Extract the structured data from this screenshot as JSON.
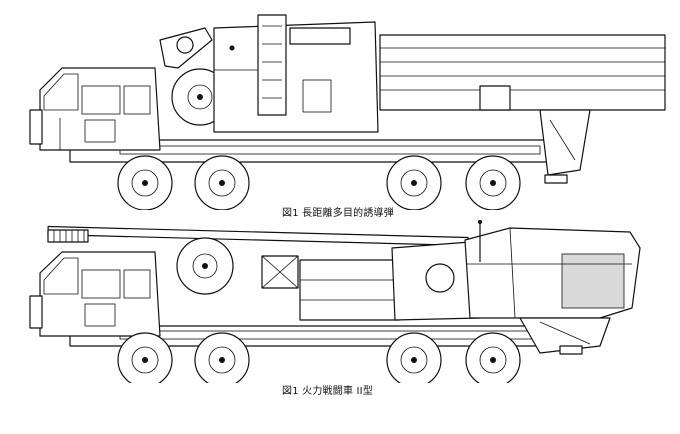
{
  "figures": [
    {
      "id": "fig1",
      "caption": "図1 長距離多目的誘導弾"
    },
    {
      "id": "fig2",
      "caption": "図1 火力戦闘車 II型"
    }
  ],
  "colors": {
    "line": "#111111",
    "background": "#ffffff"
  }
}
